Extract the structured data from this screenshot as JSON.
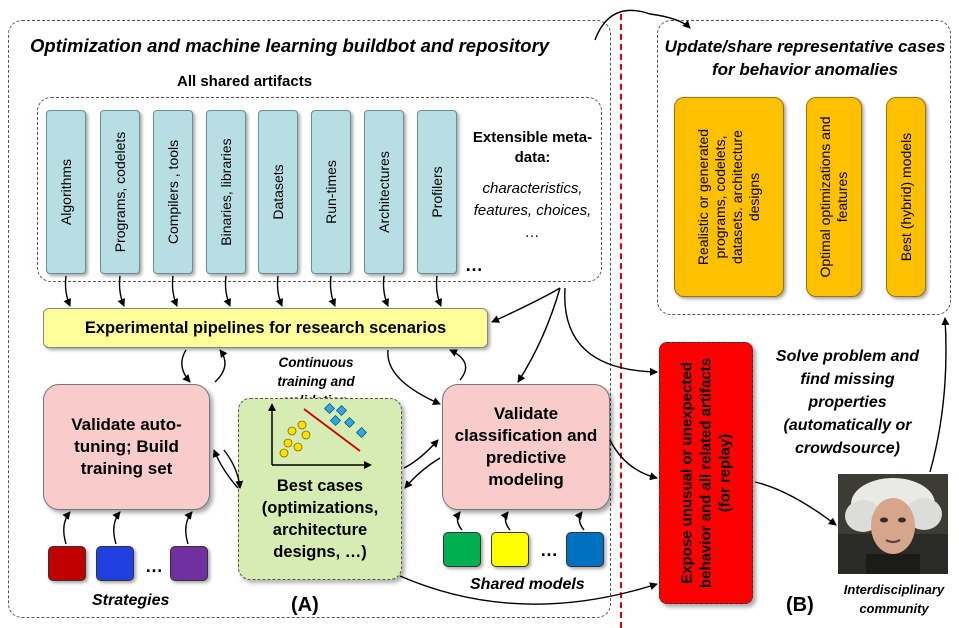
{
  "left_panel": {
    "title": "Optimization and machine learning buildbot and repository",
    "artifacts_heading": "All shared artifacts",
    "artifacts": [
      "Algorithms",
      "Programs, codelets",
      "Compilers , tools",
      "Binaries, libraries",
      "Datasets",
      "Run-times",
      "Architectures",
      "Profilers"
    ],
    "artifacts_more": "…",
    "metadata_title": "Extensible meta-data:",
    "metadata_items": "characteristics, features, choices, …",
    "pipeline_label": "Experimental pipelines for research scenarios",
    "continuous_label": "Continuous training and validation",
    "validate_tuning": "Validate auto-tuning; Build training set",
    "best_cases": "Best cases (optimizations, architecture designs, …)",
    "validate_classification": "Validate classification and predictive modeling",
    "strategies_label": "Strategies",
    "shared_models_label": "Shared models",
    "more_dots": "…",
    "panel_tag": "(A)"
  },
  "right_panel": {
    "title": "Update/share representative cases for behavior anomalies",
    "cases": [
      "Realistic or generated programs, codelets, datasets. architecture designs",
      "Optimal optimizations and features",
      "Best (hybrid) models"
    ],
    "expose_label": "Expose unusual or unexpected behavior and all related artifacts (for replay)",
    "solve_label": "Solve problem and find missing properties (automatically or crowdsource)",
    "community_label": "Interdisciplinary community",
    "panel_tag": "(B)"
  },
  "colors": {
    "artifact_box": "#b7dfe3",
    "pipeline_box": "#ffff99",
    "validate_box": "#f9cccc",
    "best_cases_box": "#d5ecb2",
    "case_box": "#ffc000",
    "expose_box": "#ff0000",
    "divider": "#e00000",
    "strategy_squares": [
      "#c00000",
      "#1f3fe0",
      "#7030a0"
    ],
    "model_squares": [
      "#00b050",
      "#ffff00",
      "#0070c0"
    ]
  },
  "icons": [
    "scatter-plot-icon",
    "portrait-photo"
  ]
}
